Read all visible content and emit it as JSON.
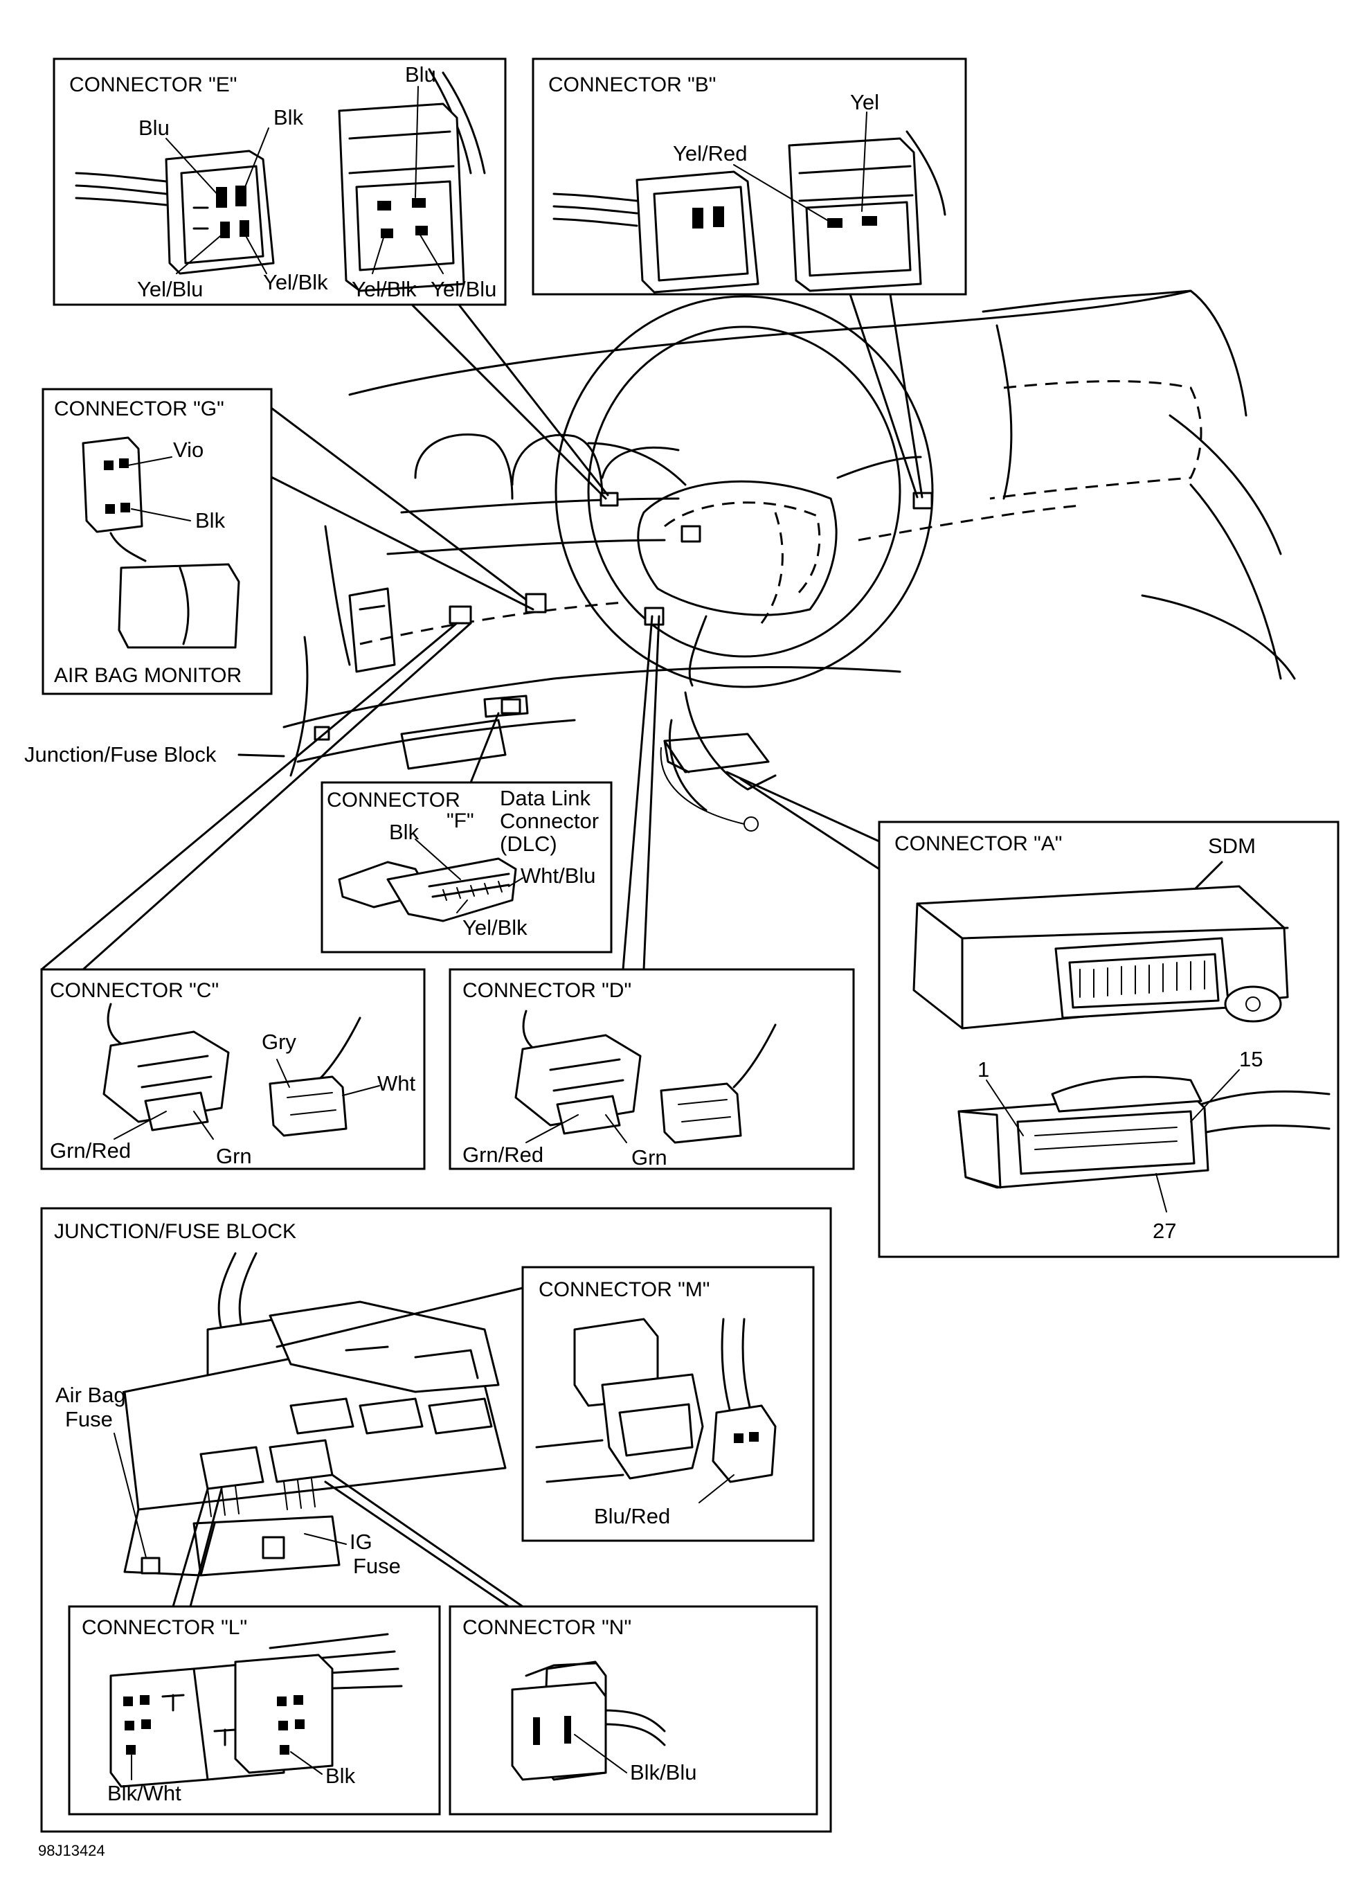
{
  "connectors": {
    "e": {
      "title": "CONNECTOR \"E\"",
      "blu_top": "Blu",
      "blu_left": "Blu",
      "blk": "Blk",
      "yel_blu_left": "Yel/Blu",
      "yel_blk_left": "Yel/Blk",
      "yel_blk_right": "Yel/Blk",
      "yel_blu_right": "Yel/Blu"
    },
    "b": {
      "title": "CONNECTOR \"B\"",
      "yel": "Yel",
      "yel_red": "Yel/Red"
    },
    "g": {
      "title": "CONNECTOR \"G\"",
      "vio": "Vio",
      "blk": "Blk",
      "monitor": "AIR BAG MONITOR"
    },
    "f": {
      "title_line1": "CONNECTOR",
      "title_line2": "\"F\"",
      "dlc_line1": "Data Link",
      "dlc_line2": "Connector",
      "dlc_line3": "(DLC)",
      "blk": "Blk",
      "wht_blu": "Wht/Blu",
      "yel_blk": "Yel/Blk"
    },
    "a": {
      "title": "CONNECTOR \"A\"",
      "sdm": "SDM",
      "pin1": "1",
      "pin15": "15",
      "pin27": "27"
    },
    "c": {
      "title": "CONNECTOR \"C\"",
      "gry": "Gry",
      "wht": "Wht",
      "grn_red": "Grn/Red",
      "grn": "Grn"
    },
    "d": {
      "title": "CONNECTOR \"D\"",
      "grn_red": "Grn/Red",
      "grn": "Grn"
    },
    "m": {
      "title": "CONNECTOR \"M\"",
      "blu_red": "Blu/Red"
    },
    "l": {
      "title": "CONNECTOR \"L\"",
      "blk_wht": "Blk/Wht",
      "blk": "Blk"
    },
    "n": {
      "title": "CONNECTOR \"N\"",
      "blk_blu": "Blk/Blu"
    }
  },
  "junction": {
    "callout": "Junction/Fuse Block",
    "title": "JUNCTION/FUSE BLOCK",
    "airbag_fuse_line1": "Air Bag",
    "airbag_fuse_line2": "Fuse",
    "ig_fuse_line1": "IG",
    "ig_fuse_line2": "Fuse"
  },
  "figure_id": "98J13424"
}
